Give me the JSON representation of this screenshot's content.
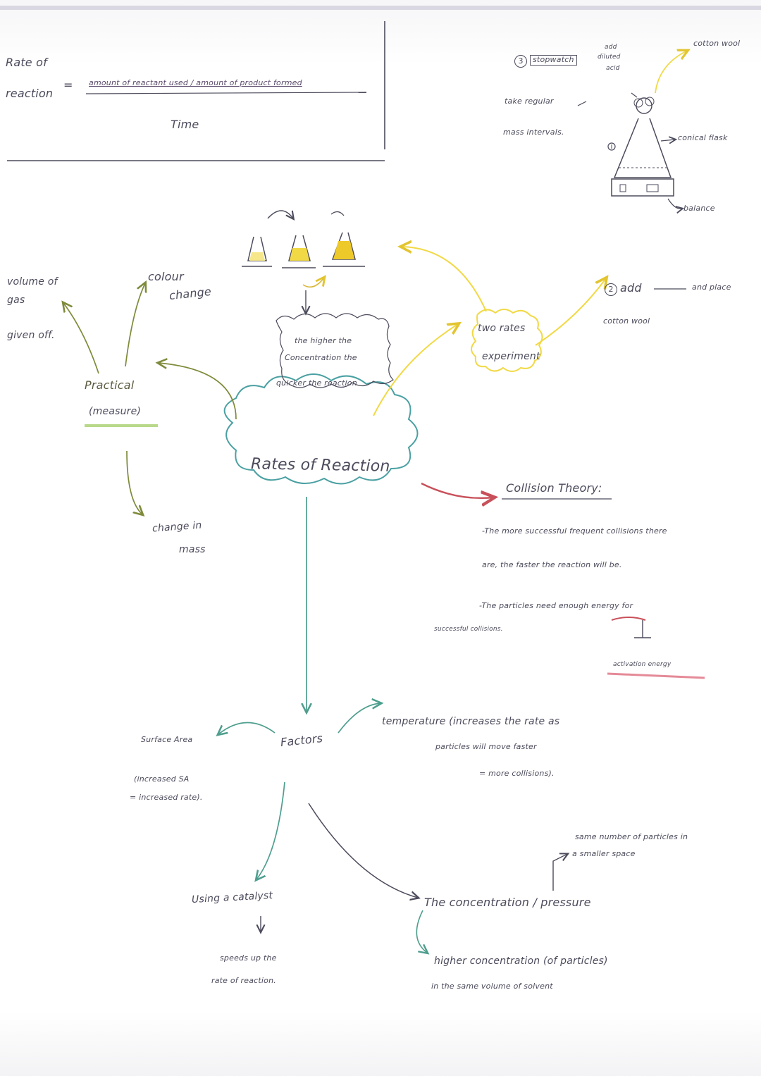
{
  "formula": {
    "lhs_line1": "Rate of",
    "lhs_line2": "reaction",
    "equals": "=",
    "numerator": "amount of reactant used / amount of product formed",
    "denominator": "Time"
  },
  "center": {
    "title": "Rates of Reaction"
  },
  "concentration_note": {
    "line1": "the higher the",
    "line2": "Concentration the",
    "line3": "quicker the reaction"
  },
  "practical": {
    "title": "Practical",
    "subtitle": "(measure)",
    "gas_line1": "volume of",
    "gas_line2": "gas",
    "gas_line3": "given off.",
    "colour_line1": "colour",
    "colour_line2": "change",
    "mass_line1": "change in",
    "mass_line2": "mass"
  },
  "two_rates": {
    "line1": "two rates",
    "line2": "experiment"
  },
  "experiment": {
    "step1": "1",
    "step2": "2",
    "step3": "3",
    "stopwatch": "stopwatch",
    "take_line1": "take regular",
    "take_line2": "mass intervals.",
    "add_acid_line1": "add",
    "add_acid_line2": "diluted",
    "add_acid_line3": "acid",
    "cotton_wool": "cotton wool",
    "conical_flask": "conical flask",
    "balance": "balance",
    "add_step": "add",
    "and_place": "and place",
    "cotton_step": "cotton wool"
  },
  "collision": {
    "title": "Collision Theory:",
    "p1_line1": "-The more successful frequent collisions there",
    "p1_line2": "are, the faster the reaction will be.",
    "p2_line1": "-The particles need enough energy for",
    "p2_line2": "successful collisions.",
    "activation": "activation energy"
  },
  "factors": {
    "title": "Factors",
    "surface_line1": "Surface Area",
    "surface_line2": "(increased SA",
    "surface_line3": "= increased rate).",
    "temp_line1": "temperature (increases the rate as",
    "temp_line2": "particles will move faster",
    "temp_line3": "= more collisions).",
    "catalyst_title": "Using a catalyst",
    "catalyst_line1": "speeds up the",
    "catalyst_line2": "rate of reaction.",
    "conc_title": "The concentration / pressure",
    "conc_line1": "higher concentration (of particles)",
    "conc_line2": "in the same volume of solvent",
    "same_line1": "same number of particles in",
    "same_line2": "a smaller space"
  },
  "colors": {
    "ink": "#4b4b5c",
    "teal_arrow": "#4e9e8e",
    "cloud_outline": "#4aa0a2",
    "olive_arrow": "#7f8a3a",
    "yellow": "#f1d945",
    "red_arrow": "#c8505a",
    "pink_highlight": "#e58a98",
    "green_highlight": "#b9d98a"
  }
}
